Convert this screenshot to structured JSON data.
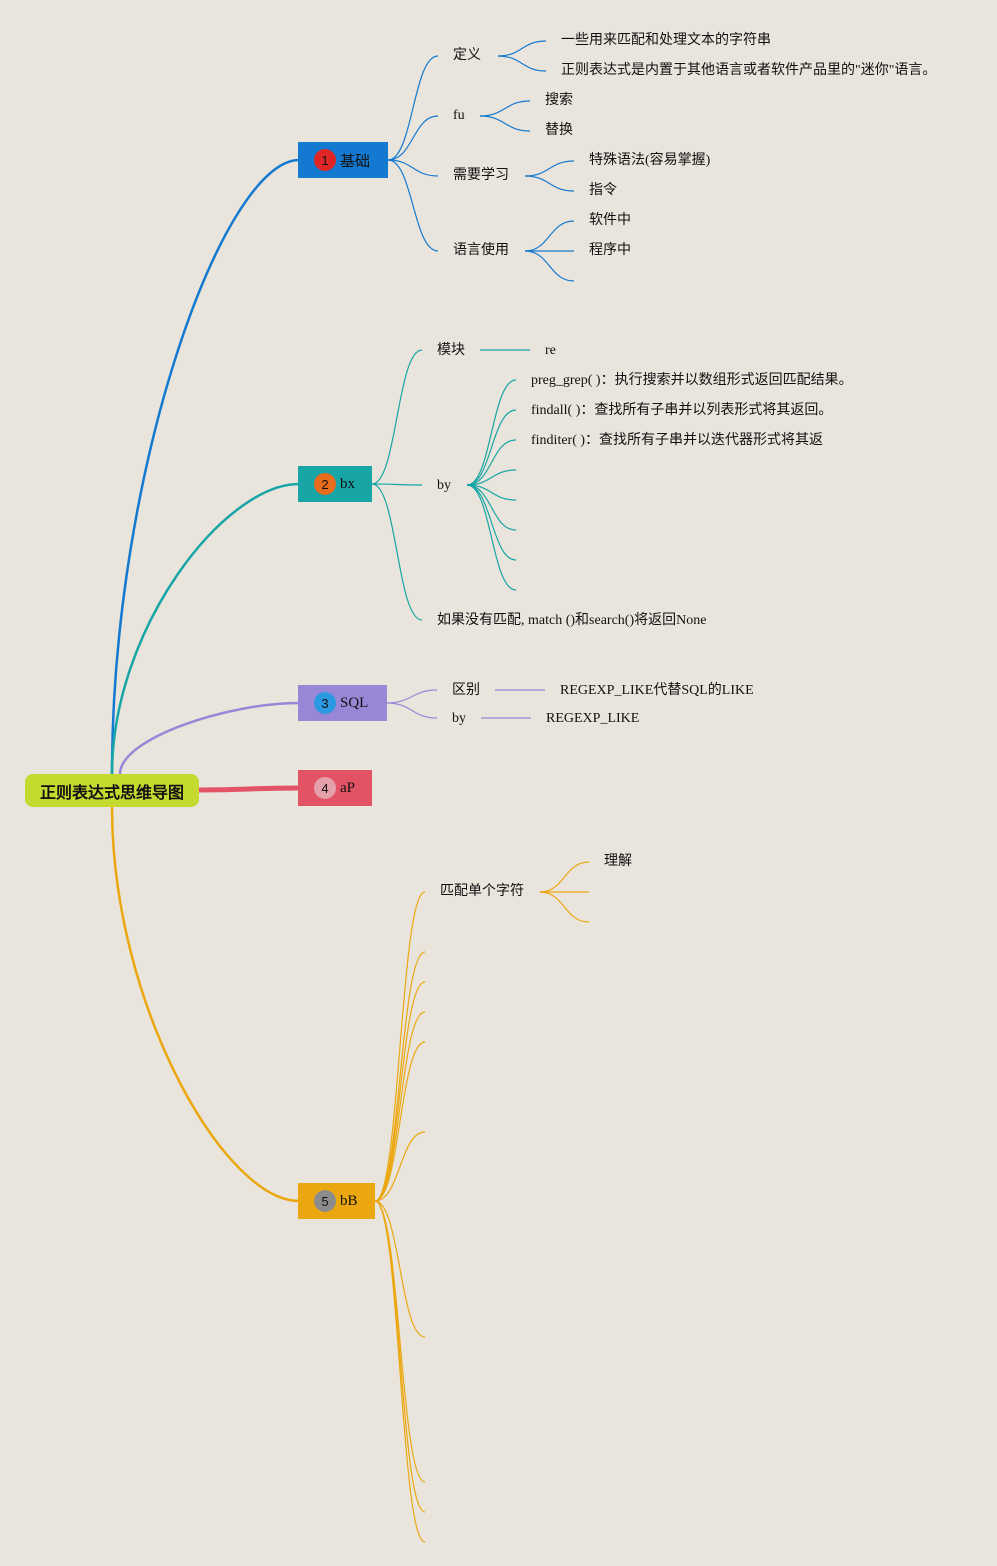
{
  "root": {
    "title": "正则表达式思维导图"
  },
  "colors": {
    "root": "#c5da2f",
    "b1": "#1479d0",
    "b2": "#17a5a5",
    "b3": "#9887d6",
    "b4": "#e25366",
    "b5": "#eba710",
    "badge1": "#e02626",
    "badge2": "#e86c1c",
    "badge3": "#2b99e0",
    "badge4": "#e5a1a9",
    "badge5": "#8c8c8c"
  },
  "branches": [
    {
      "id": "b1",
      "badge": "1",
      "label": "基础",
      "children": [
        {
          "label": "定义",
          "children": [
            {
              "label": "一些用来匹配和处理文本的字符串"
            },
            {
              "label": "正则表达式是内置于其他语言或者软件产品里的\"迷你\"语言。"
            }
          ]
        },
        {
          "label": "fu",
          "children": [
            {
              "label": "搜索"
            },
            {
              "label": "替换"
            }
          ]
        },
        {
          "label": "需要学习",
          "children": [
            {
              "label": "特殊语法(容易掌握)"
            },
            {
              "label": "指令"
            }
          ]
        },
        {
          "label": "语言使用",
          "children": [
            {
              "label": "软件中"
            },
            {
              "label": "程序中"
            }
          ]
        }
      ]
    },
    {
      "id": "b2",
      "badge": "2",
      "label": "bx",
      "children": [
        {
          "label": "模块",
          "children": [
            {
              "label": "re"
            }
          ]
        },
        {
          "label": "by",
          "children": [
            {
              "label": "preg_grep( )：执行搜索并以数组形式返回匹配结果。"
            },
            {
              "label": "findall( )：查找所有子串并以列表形式将其返回。"
            },
            {
              "label": "finditer( )：查找所有子串并以迭代器形式将其返"
            }
          ]
        },
        {
          "label": "如果没有匹配, match ()和search()将返回None"
        }
      ]
    },
    {
      "id": "b3",
      "badge": "3",
      "label": "SQL",
      "children": [
        {
          "label": "区别",
          "children": [
            {
              "label": "REGEXP_LIKE代替SQL的LIKE"
            }
          ]
        },
        {
          "label": "by",
          "children": [
            {
              "label": "REGEXP_LIKE"
            }
          ]
        }
      ]
    },
    {
      "id": "b4",
      "badge": "4",
      "label": "aP"
    },
    {
      "id": "b5",
      "badge": "5",
      "label": "bB",
      "children": [
        {
          "label": "匹配单个字符",
          "children": [
            {
              "label": "理解"
            }
          ]
        }
      ]
    }
  ]
}
